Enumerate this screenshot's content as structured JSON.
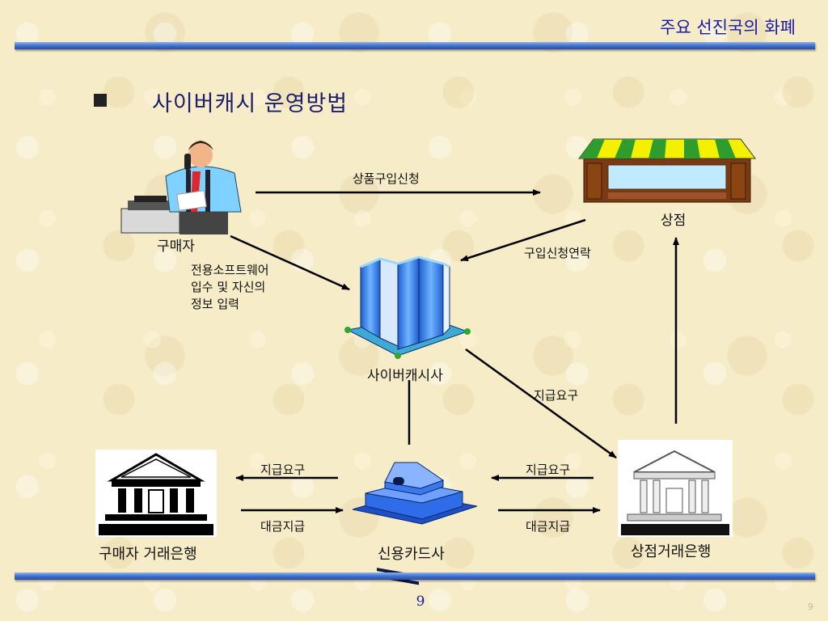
{
  "header": {
    "title": "주요 선진국의 화폐"
  },
  "section": {
    "title": "사이버캐시 운영방법"
  },
  "nodes": {
    "buyer": "구매자",
    "store": "상점",
    "cybercash": "사이버캐시사",
    "buyer_bank": "구매자 거래은행",
    "card_company": "신용카드사",
    "store_bank": "상점거래은행"
  },
  "edges": {
    "purchase_request": "상품구입신청",
    "purchase_contact": "구입신청연락",
    "software_input": [
      "전용소프트웨어",
      "입수 및 자신의",
      "정보 입력"
    ],
    "payment_request_cybercash": "지급요구",
    "payment_request_left": "지급요구",
    "payment_right": "대금지급",
    "payment_request_right": "지급요구",
    "payment_left": "대금지급"
  },
  "footer": {
    "page": "9",
    "corner_page": "9"
  }
}
